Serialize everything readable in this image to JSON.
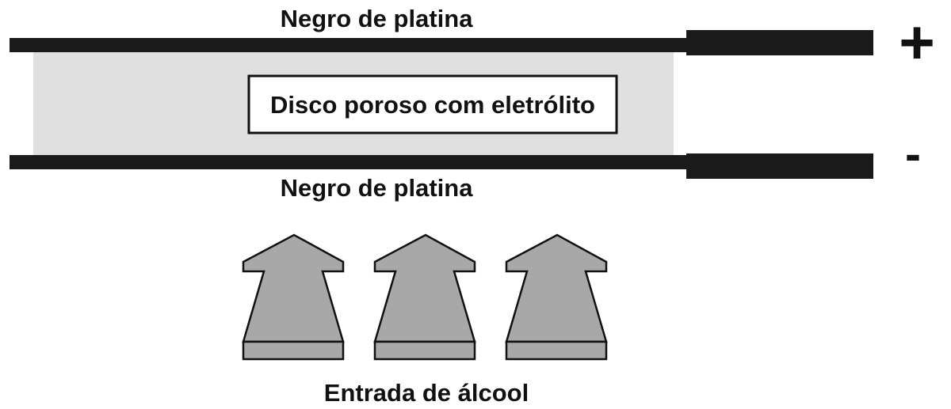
{
  "diagram": {
    "top_plate_label": "Negro de platina",
    "bottom_plate_label": "Negro de platina",
    "disc_label": "Disco poroso com eletrólito",
    "positive_terminal": "+",
    "negative_terminal": "-",
    "inlet_label": "Entrada de álcool",
    "arrow_count": 3,
    "colors": {
      "plate": "#1a1a1a",
      "electrolyte_fill": "#e0e0e0",
      "arrow_fill": "#a8a8a8",
      "arrow_stroke": "#111111",
      "text": "#111111"
    }
  }
}
